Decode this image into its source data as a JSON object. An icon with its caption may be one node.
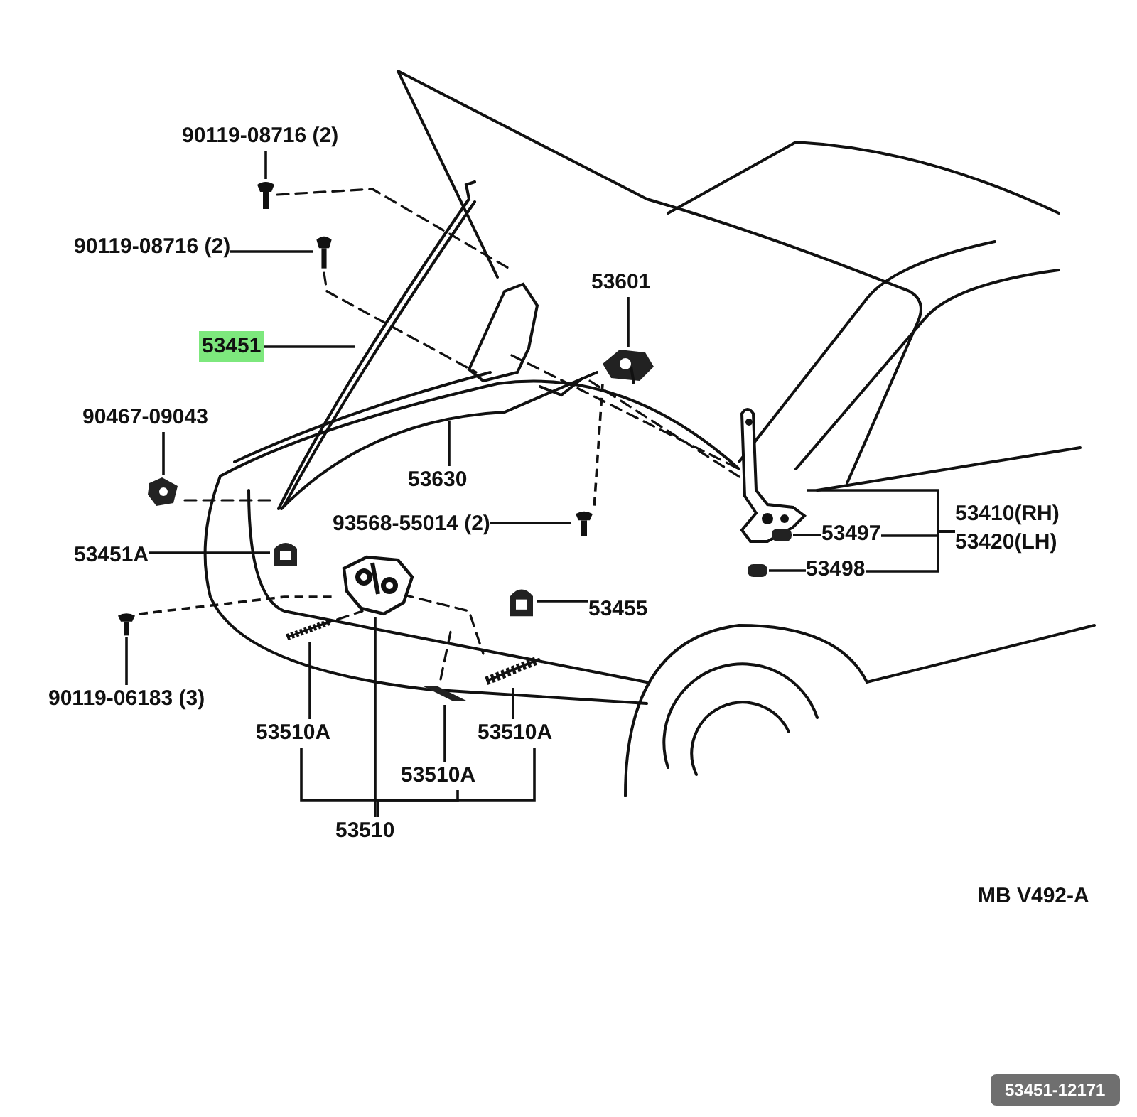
{
  "diagram": {
    "nodes": [
      {
        "text": [
          "90119-08716 (2)"
        ]
      },
      {
        "text": [
          "90119-08716 (2)"
        ]
      },
      {
        "text": [
          "53451"
        ]
      },
      {
        "text": [
          "53601"
        ]
      },
      {
        "text": [
          "90467-09043"
        ]
      },
      {
        "text": [
          "53630"
        ]
      },
      {
        "text": [
          "93568-55014 (2)"
        ]
      },
      {
        "text": [
          "53451A"
        ]
      },
      {
        "text": [
          "53455"
        ]
      },
      {
        "text": [
          "53497"
        ]
      },
      {
        "text": [
          "53498"
        ]
      },
      {
        "text": [
          "53410(RH)",
          "53420(LH)"
        ]
      },
      {
        "text": [
          "90119-06183 (3)"
        ]
      },
      {
        "text": [
          "53510A"
        ]
      },
      {
        "text": [
          "53510A"
        ]
      },
      {
        "text": [
          "53510A"
        ]
      },
      {
        "text": [
          "53510"
        ]
      },
      {
        "text": [],
        "shape": "picture"
      },
      {
        "text": [],
        "shape": "picture"
      },
      {
        "text": [],
        "shape": "picture"
      },
      {
        "text": [],
        "shape": "picture"
      },
      {
        "text": [],
        "shape": "picture"
      },
      {
        "text": [],
        "shape": "picture"
      },
      {
        "text": [],
        "shape": "picture"
      },
      {
        "text": [],
        "shape": "picture"
      },
      {
        "text": [],
        "shape": "box"
      },
      {
        "text": [],
        "shape": "box"
      },
      {
        "text": [],
        "shape": "picture"
      },
      {
        "text": [],
        "shape": "picture"
      },
      {
        "text": [],
        "shape": "picture"
      },
      {
        "text": [],
        "shape": "picture"
      },
      {
        "text": [],
        "shape": "picture"
      }
    ],
    "edges": [
      {
        "from": 0,
        "to": 17,
        "arrow": "none"
      },
      {
        "from": 1,
        "to": 18,
        "arrow": "none"
      },
      {
        "from": 2,
        "to": null,
        "arrow": "none"
      },
      {
        "from": 3,
        "to": 19,
        "arrow": "none"
      },
      {
        "from": 4,
        "to": 20,
        "arrow": "none"
      },
      {
        "from": 5,
        "to": null,
        "arrow": "none"
      },
      {
        "from": 6,
        "to": 21,
        "arrow": "none"
      },
      {
        "from": 7,
        "to": 22,
        "arrow": "none"
      },
      {
        "from": 8,
        "to": 23,
        "arrow": "none"
      },
      {
        "from": 9,
        "to": 25,
        "arrow": "none"
      },
      {
        "from": 10,
        "to": 26,
        "arrow": "none"
      },
      {
        "from": 11,
        "to": 24,
        "arrow": "none"
      },
      {
        "from": 11,
        "to": 9,
        "arrow": "none"
      },
      {
        "from": 11,
        "to": 10,
        "arrow": "none"
      },
      {
        "from": 12,
        "to": 27,
        "arrow": "none"
      },
      {
        "from": 13,
        "to": 29,
        "arrow": "none"
      },
      {
        "from": 14,
        "to": 30,
        "arrow": "none"
      },
      {
        "from": 15,
        "to": 31,
        "arrow": "none"
      },
      {
        "from": 16,
        "to": 28,
        "arrow": "none"
      },
      {
        "from": 16,
        "to": 13,
        "arrow": "none"
      },
      {
        "from": 16,
        "to": 14,
        "arrow": "none"
      },
      {
        "from": 16,
        "to": 15,
        "arrow": "none"
      },
      {
        "from": 19,
        "to": 21,
        "arrow": "none",
        "style": "dashed"
      },
      {
        "from": 27,
        "to": 28,
        "arrow": "none",
        "style": "dashed"
      }
    ],
    "labels": [
      "MB V492-A",
      "53451-12171"
    ]
  }
}
